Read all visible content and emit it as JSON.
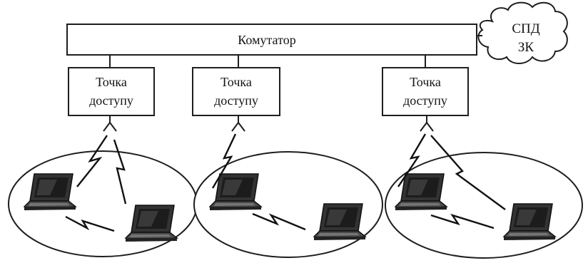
{
  "switch": {
    "label": "Комутатор"
  },
  "cloud": {
    "line1": "СПД",
    "line2": "ЗК"
  },
  "access_points": [
    {
      "line1": "Точка",
      "line2": "доступу"
    },
    {
      "line1": "Точка",
      "line2": "доступу"
    },
    {
      "line1": "Точка",
      "line2": "доступу"
    }
  ],
  "colors": {
    "line": "#1e1e1e",
    "screen": "#2a2a2a",
    "laptop_body": "#3a3a3a"
  },
  "icons": {
    "client": "laptop-icon",
    "antenna": "antenna-icon",
    "link": "wireless-link-icon",
    "network": "cloud-icon"
  }
}
